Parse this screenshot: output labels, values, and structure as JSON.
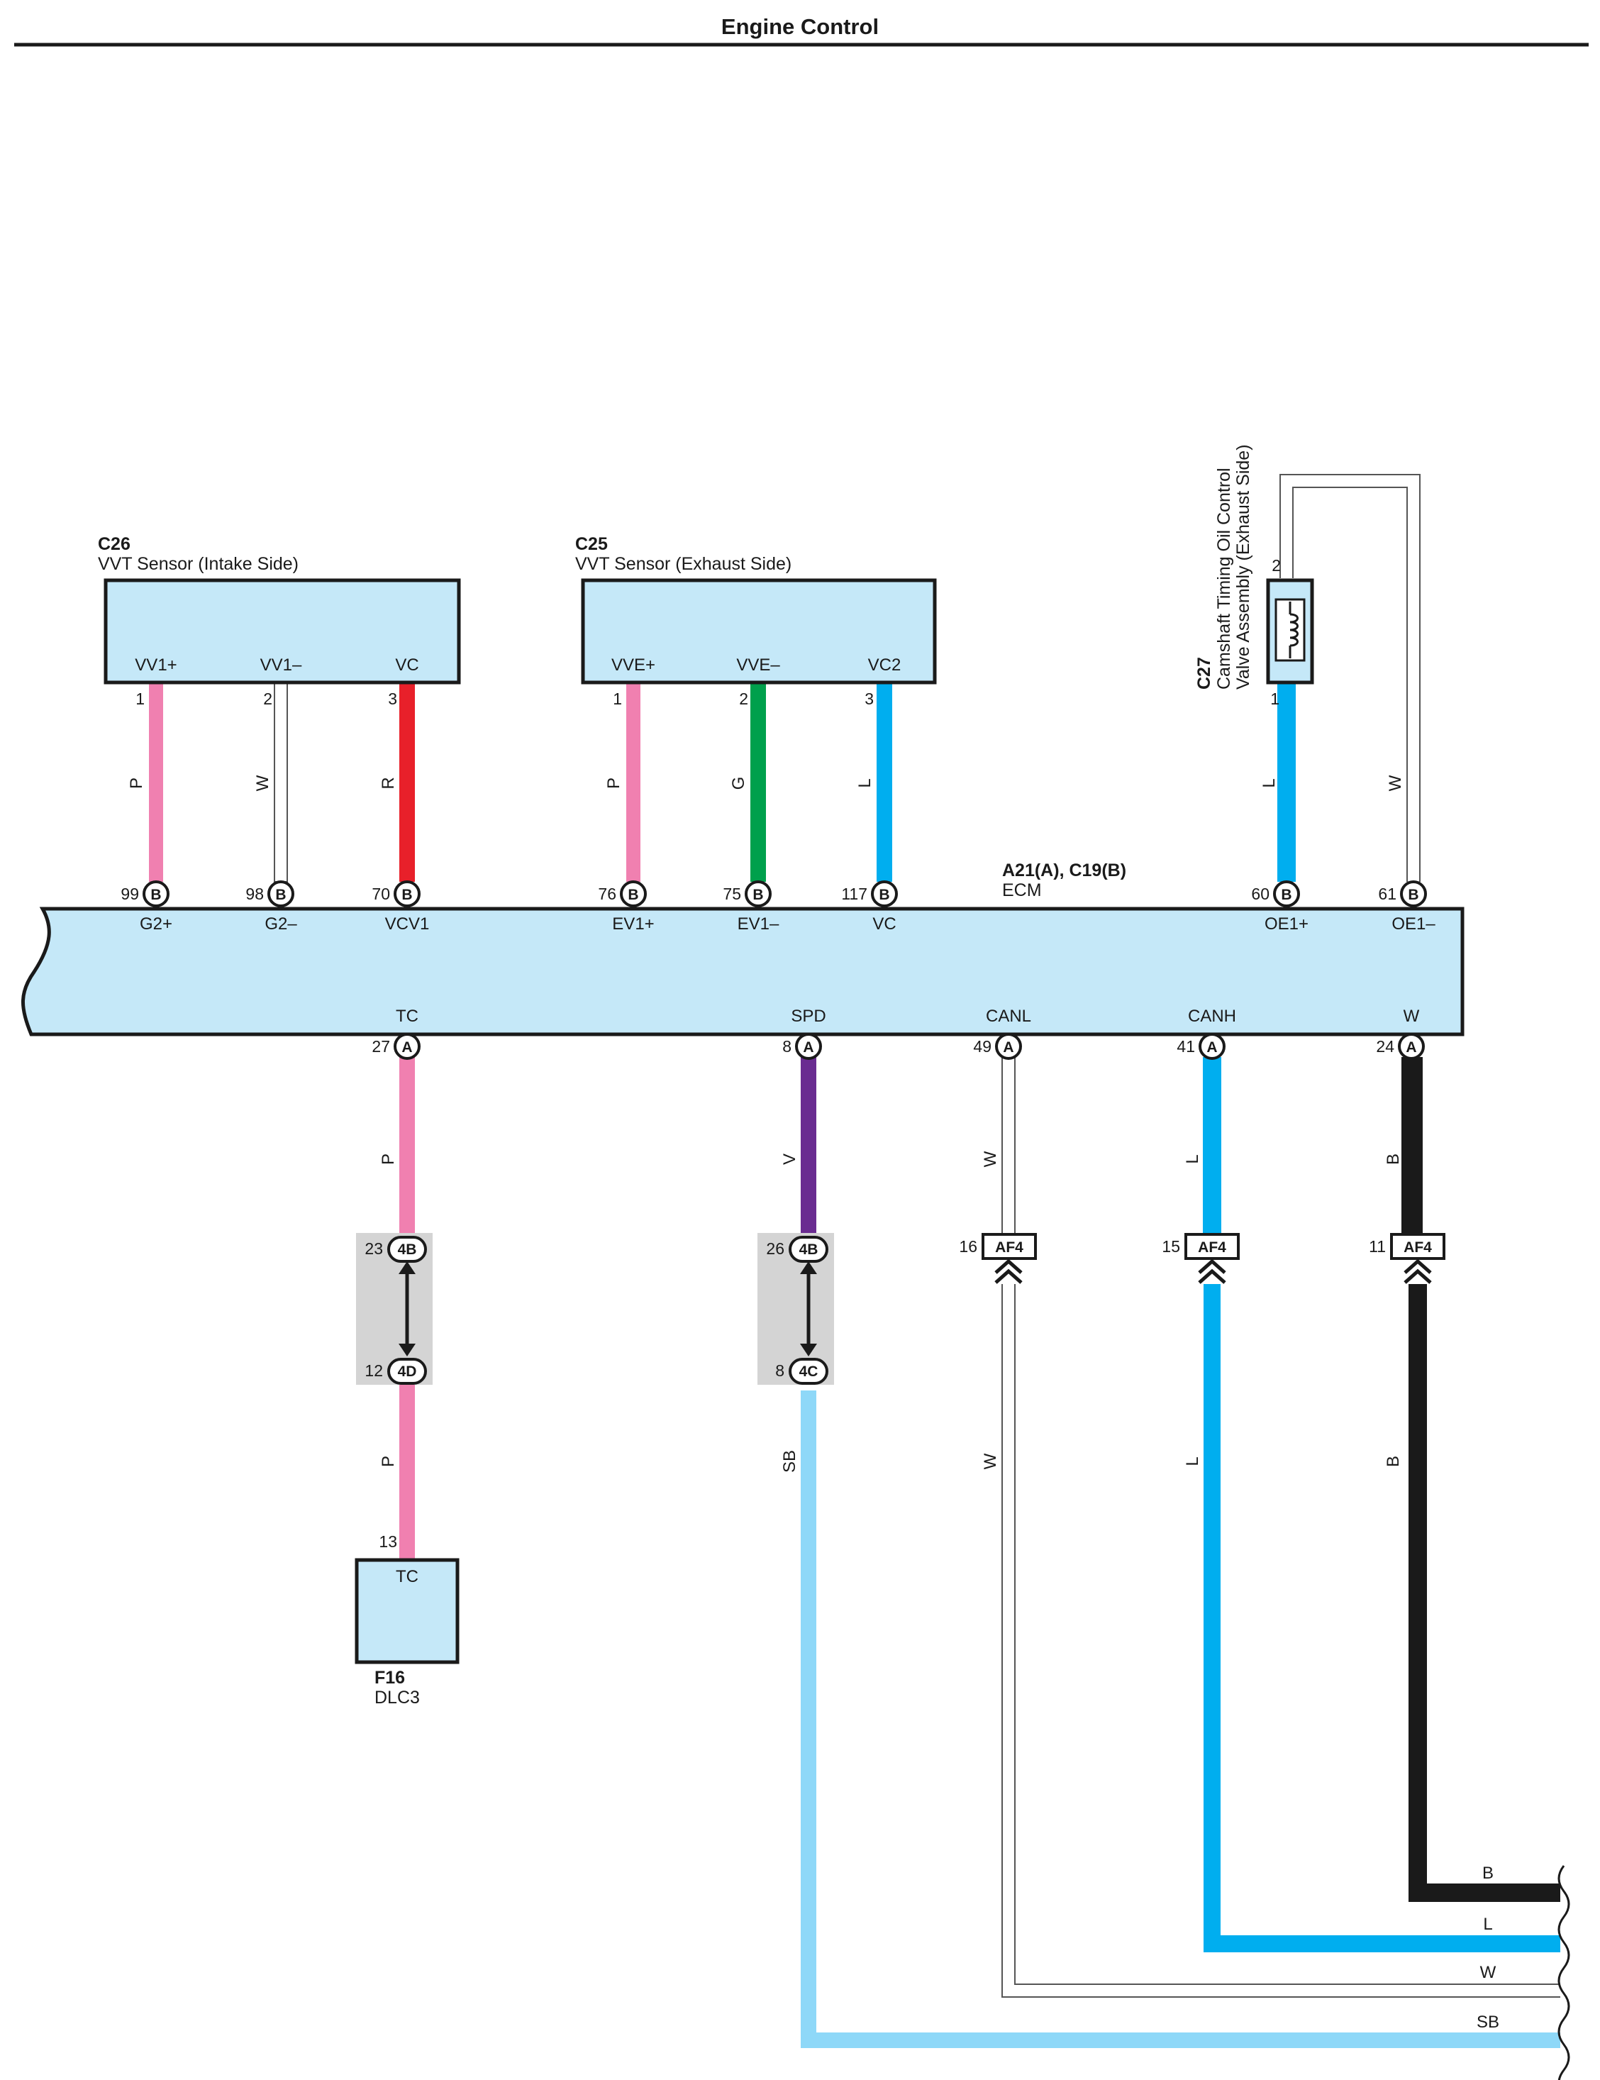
{
  "header": {
    "title": "Engine Control"
  },
  "components": {
    "c26": {
      "code": "C26",
      "name": "VVT Sensor (Intake Side)",
      "pins": [
        "VV1+",
        "VV1–",
        "VC"
      ],
      "pin_numbers": [
        "1",
        "2",
        "3"
      ]
    },
    "c25": {
      "code": "C25",
      "name": "VVT Sensor (Exhaust Side)",
      "pins": [
        "VVE+",
        "VVE–",
        "VC2"
      ],
      "pin_numbers": [
        "1",
        "2",
        "3"
      ]
    },
    "c27": {
      "code": "C27",
      "name_line1": "Camshaft Timing Oil Control",
      "name_line2": "Valve Assembly (Exhaust Side)",
      "pin_numbers": [
        "2",
        "1"
      ]
    },
    "ecm": {
      "code": "A21(A), C19(B)",
      "name": "ECM",
      "top_pins": [
        "G2+",
        "G2–",
        "VCV1",
        "EV1+",
        "EV1–",
        "VC",
        "OE1+",
        "OE1–"
      ],
      "top_pin_numbers": [
        "99",
        "98",
        "70",
        "76",
        "75",
        "117",
        "60",
        "61"
      ],
      "top_connector": "B",
      "bottom_pins": [
        "TC",
        "SPD",
        "CANL",
        "CANH",
        "W"
      ],
      "bottom_pin_numbers": [
        "27",
        "8",
        "49",
        "41",
        "24"
      ],
      "bottom_connector": "A"
    },
    "f16": {
      "code": "F16",
      "name": "DLC3",
      "pin": "TC",
      "pin_number": "13"
    }
  },
  "junctions": {
    "j1": {
      "top_tag": "4B",
      "top_num": "23",
      "bottom_tag": "4D",
      "bottom_num": "12"
    },
    "j2": {
      "top_tag": "4B",
      "top_num": "26",
      "bottom_tag": "4C",
      "bottom_num": "8"
    }
  },
  "af4": {
    "tag": "AF4",
    "pins": [
      "16",
      "15",
      "11"
    ]
  },
  "wire_colors": {
    "upper": [
      "P",
      "W",
      "R",
      "P",
      "G",
      "L",
      "L",
      "W"
    ],
    "lower": [
      "P",
      "V",
      "W",
      "L",
      "B"
    ],
    "below_junction": [
      "P",
      "SB",
      "W",
      "L",
      "B"
    ],
    "right_end": [
      "B",
      "L",
      "W",
      "SB"
    ]
  },
  "colors": {
    "pink": "#f080b0",
    "red": "#e8202a",
    "green": "#00a04c",
    "blue": "#00aeef",
    "light_blue": "#8ed8f8",
    "violet": "#6a2c91",
    "black": "#1a1a1a",
    "component_fill": "#c5e8f8",
    "junction_fill": "#d4d4d4"
  }
}
